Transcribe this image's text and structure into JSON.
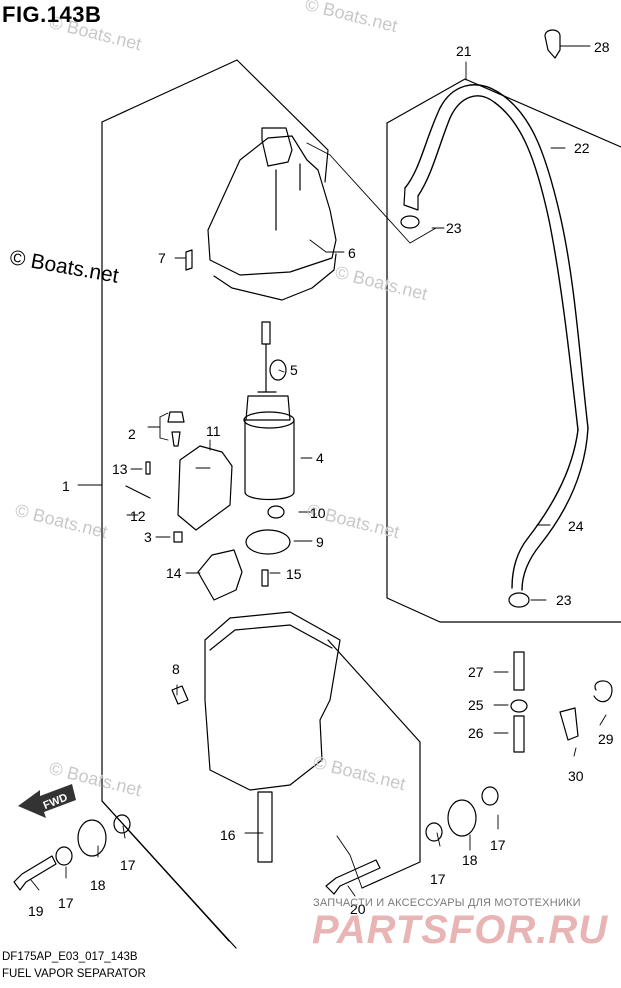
{
  "figure": {
    "title": "FIG.143B",
    "copyright": "© Boats.net",
    "watermark": "© Boats.net",
    "model_code": "DF175AP_E03_017_143B",
    "section_name": "FUEL VAPOR SEPARATOR"
  },
  "orientation_label": "FWD",
  "dealer": {
    "tagline": "ЗАПЧАСТИ И АКСЕССУАРЫ ДЛЯ МОТОТЕХНИКИ",
    "logo_text": "PARTSFOR.RU"
  },
  "callouts": {
    "p1": "1",
    "p2": "2",
    "p3": "3",
    "p4": "4",
    "p5": "5",
    "p6": "6",
    "p7": "7",
    "p8": "8",
    "p9": "9",
    "p10": "10",
    "p11": "11",
    "p12": "12",
    "p13": "13",
    "p14": "14",
    "p15": "15",
    "p16": "16",
    "p17a": "17",
    "p17b": "17",
    "p17c": "17",
    "p17d": "17",
    "p18a": "18",
    "p18b": "18",
    "p19": "19",
    "p20": "20",
    "p21": "21",
    "p22": "22",
    "p23a": "23",
    "p23b": "23",
    "p24": "24",
    "p25": "25",
    "p26": "26",
    "p27": "27",
    "p28": "28",
    "p29": "29",
    "p30": "30"
  },
  "colors": {
    "line": "#000000",
    "watermark": "#c8c8c8",
    "dealer_logo": "#e8b4b4"
  }
}
